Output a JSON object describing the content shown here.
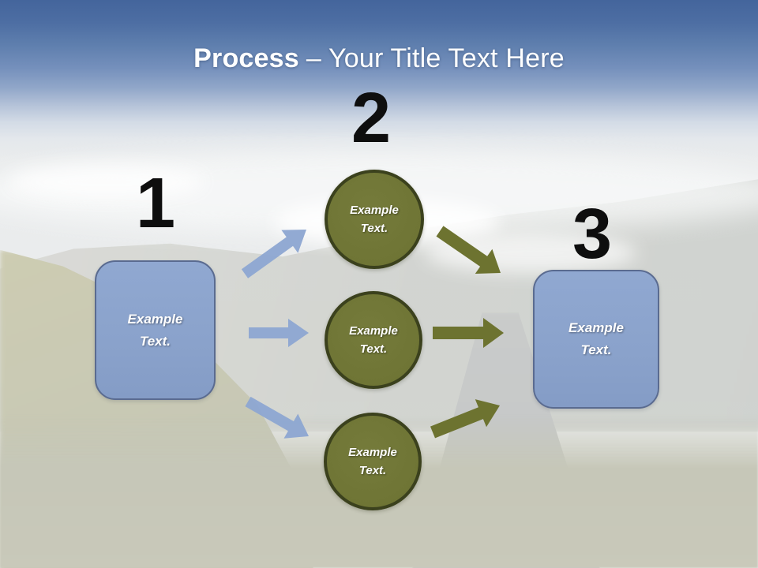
{
  "title": {
    "keyword": "Process",
    "rest": "– Your Title Text Here"
  },
  "steps": [
    {
      "number": "1",
      "label": "Example Text."
    },
    {
      "number": "2",
      "circles": [
        {
          "label": "Example Text."
        },
        {
          "label": "Example Text."
        },
        {
          "label": "Example Text."
        }
      ]
    },
    {
      "number": "3",
      "label": "Example Text."
    }
  ],
  "colors": {
    "header_blue_top": "#44659c",
    "header_blue_fade": "#b4c2d8",
    "box_fill": "#8aa2cb",
    "box_border": "#5a6b90",
    "circle_fill": "#6f7535",
    "circle_border": "#3b411d",
    "arrow_blue": "#8ea7d1",
    "arrow_olive": "#6d7330",
    "number_color": "#0e0e0e",
    "title_color": "#ffffff"
  }
}
